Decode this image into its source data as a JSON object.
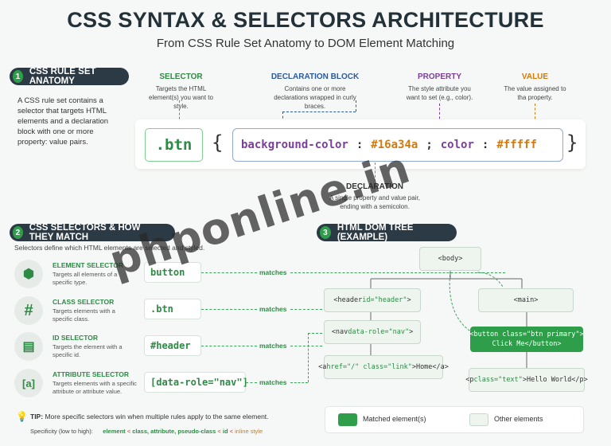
{
  "header": {
    "title": "CSS SYNTAX & SELECTORS ARCHITECTURE",
    "subtitle": "From CSS Rule Set Anatomy to DOM Element Matching"
  },
  "section1": {
    "number": "1",
    "title": "CSS RULE SET ANATOMY",
    "description": "A CSS rule set contains a selector that targets HTML elements and a declaration block with one or more property: value pairs.",
    "callouts": {
      "selector": {
        "label": "SELECTOR",
        "text": "Targets the HTML element(s) you want to style."
      },
      "declaration_block": {
        "label": "DECLARATION BLOCK",
        "text": "Contains one or more declarations wrapped in curly braces."
      },
      "property": {
        "label": "PROPERTY",
        "text": "The style attribute you want to set (e.g., color)."
      },
      "value": {
        "label": "VALUE",
        "text": "The value assigned to tha property."
      },
      "declaration": {
        "label": "DECLARATION",
        "text": "A single property and value pair, ending with a semicolon."
      }
    },
    "rule": {
      "selector": ".btn",
      "open_brace": "{",
      "close_brace": "}",
      "prop1": "background-color",
      "colon": ":",
      "val1": "#16a34a",
      "semicolon": ";",
      "prop2": "color",
      "val2": "#fffff"
    }
  },
  "section2": {
    "number": "2",
    "title": "CSS SELECTORS & HOW THEY MATCH",
    "intro": "Selectors define which HTML elements are selected and styled.",
    "match_label": "matches",
    "selectors": [
      {
        "icon": "cube-icon",
        "glyph": "⬢",
        "name": "ELEMENT SELECTOR",
        "desc": "Targets all elements of a specific type.",
        "code": "button"
      },
      {
        "icon": "hash-icon",
        "glyph": "#",
        "name": "CLASS SELECTOR",
        "desc": "Targets elements with a specific class.",
        "code": ".btn"
      },
      {
        "icon": "id-card-icon",
        "glyph": "▤",
        "name": "ID SELECTOR",
        "desc": "Targets the element with a specific id.",
        "code": "#header"
      },
      {
        "icon": "brackets-icon",
        "glyph": "[a]",
        "name": "ATTRIBUTE SELECTOR",
        "desc": "Targets elements with a specific attribute or attribute value.",
        "code": "[data-role=\"nav\"]"
      }
    ],
    "tip_label": "TIP:",
    "tip_text": "More specific selectors win when multiple rules apply to the same element.",
    "specificity_label": "Specificity (low to high):",
    "specificity": [
      "element",
      "<",
      "class, attribute, pseudo-class",
      "<",
      "id",
      "<",
      "inline style"
    ]
  },
  "section3": {
    "number": "3",
    "title": "HTML DOM TREE (EXAMPLE)",
    "nodes": {
      "body": "<body>",
      "header_tag": "<header ",
      "header_attr": "id=\"header\"",
      "header_end": ">",
      "main": "<main>",
      "nav_tag": "<nav ",
      "nav_attr": "data-role=\"nav\"",
      "nav_end": ">",
      "button_line1": "<button class=\"btn primary\">",
      "button_line2": "Click Me</button>",
      "a_tag": "<a ",
      "a_attr": "href=\"/\" class=\"link\"",
      "a_end": ">Home</a>",
      "p_tag": "<p ",
      "p_attr": "class=\"text\"",
      "p_end": ">Hello World</p>"
    },
    "legend": {
      "matched": "Matched element(s)",
      "other": "Other elements"
    }
  },
  "colors": {
    "accent": "#2e9e4a",
    "property": "#7a3f9a",
    "value": "#d17a10",
    "dark": "#2c3a45"
  },
  "watermark": "phponline.in"
}
